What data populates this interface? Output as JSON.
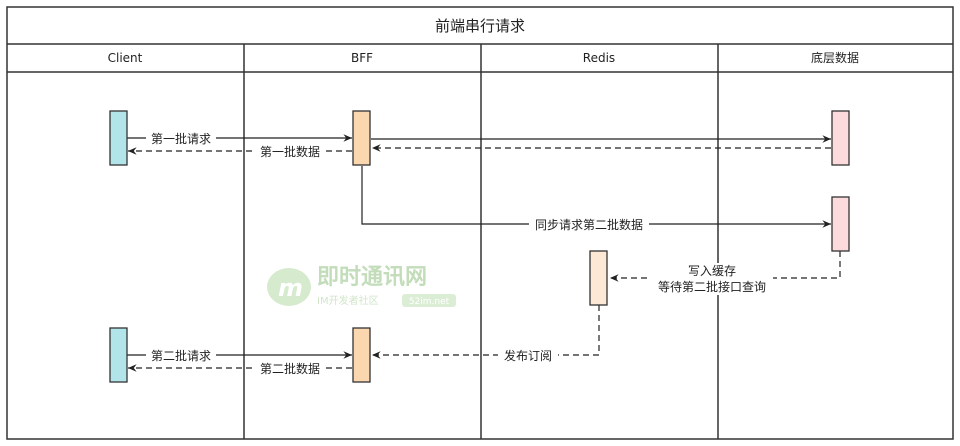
{
  "title": "前端串行请求",
  "lanes": [
    "Client",
    "BFF",
    "Redis",
    "底层数据"
  ],
  "messages": {
    "m1": "第一批请求",
    "m2": "第一批数据",
    "m3": "同步请求第二批数据",
    "m4a": "写入缓存",
    "m4b": "等待第二批接口查询",
    "m5": "发布订阅",
    "m6": "第二批请求",
    "m7": "第二批数据"
  },
  "watermark": {
    "brand": "即时通讯网",
    "sub": "IM开发者社区",
    "site": "52im.net"
  },
  "colors": {
    "client": "#b2e5ea",
    "bff": "#fad7ae",
    "redis": "#fde8d6",
    "data": "#fddadb",
    "border": "#333333"
  }
}
